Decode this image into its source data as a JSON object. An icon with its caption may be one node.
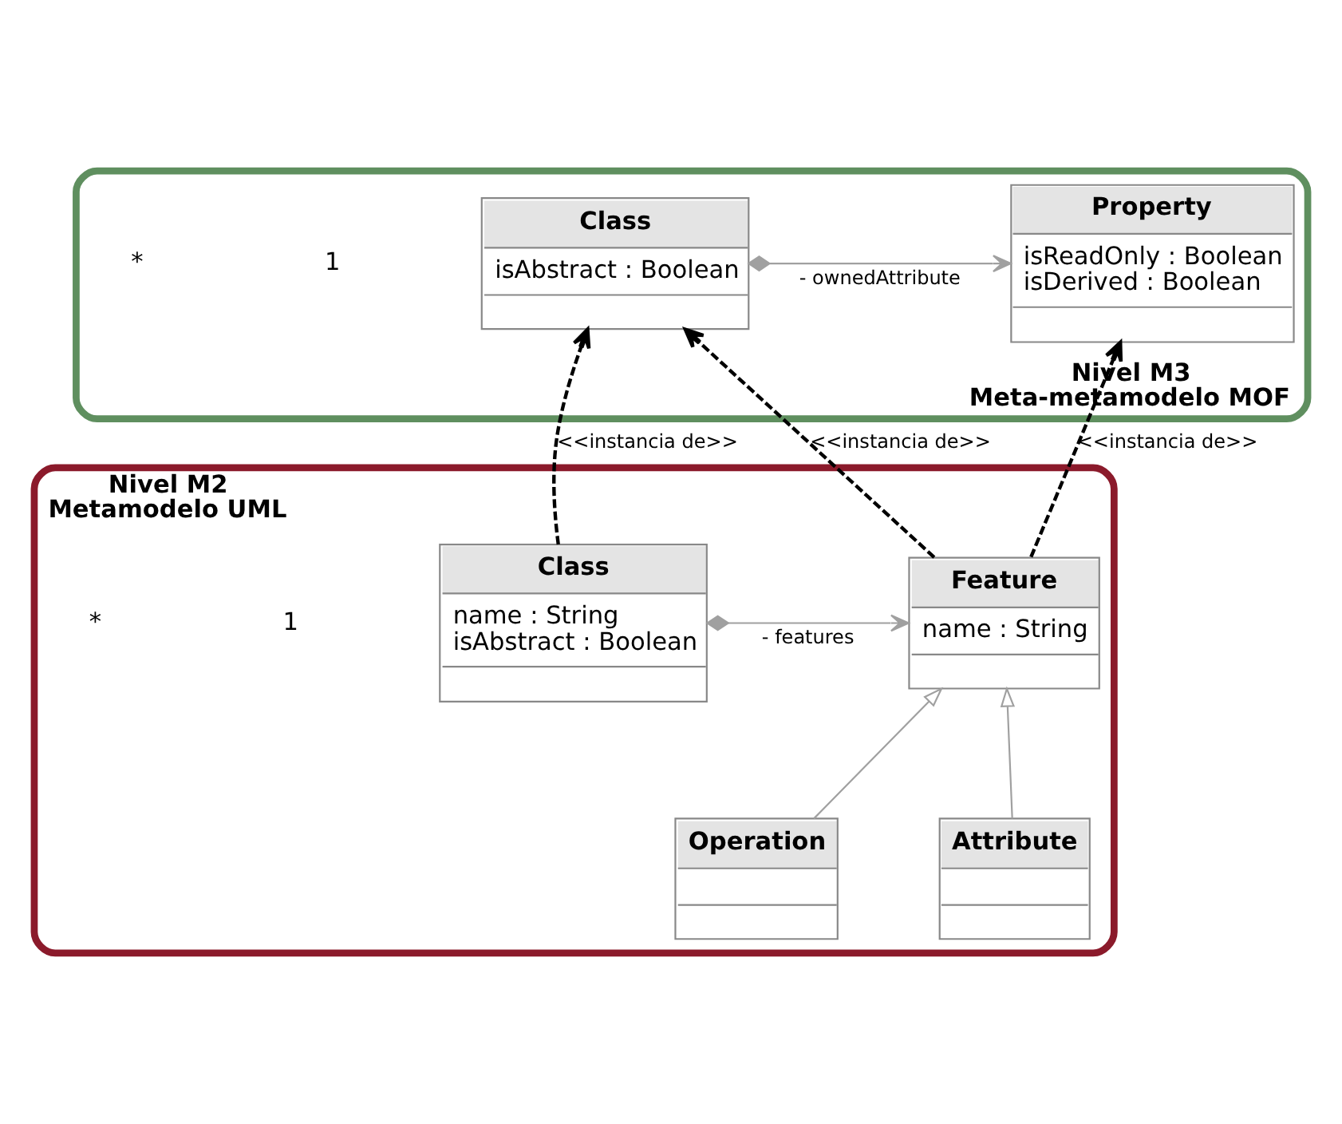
{
  "diagram": {
    "nodes": [
      {
        "text": [
          "Nivel M3",
          "Meta-metamodelo MOF"
        ]
      },
      {
        "text": [
          "Class",
          "isAbstract : Boolean"
        ],
        "in": 0
      },
      {
        "text": [
          "Property",
          "isReadOnly : Boolean",
          "isDerived : Boolean"
        ],
        "in": 0
      },
      {
        "text": [
          "Nivel M2",
          "Metamodelo UML"
        ]
      },
      {
        "text": [
          "Class",
          "name : String",
          "isAbstract : Boolean"
        ],
        "in": 3
      },
      {
        "text": [
          "Feature",
          "name : String"
        ],
        "in": 3
      },
      {
        "text": [
          "Attribute"
        ],
        "in": 3
      },
      {
        "text": [
          "Operation"
        ],
        "in": 3
      }
    ],
    "edges": [
      {
        "from": 1,
        "to": 2,
        "arrow": "to",
        "label": "- ownedAttribute"
      },
      {
        "from": 4,
        "to": 1,
        "arrow": "to",
        "label": "<<instancia de>>",
        "style": "dashed",
        "color": "#000000"
      },
      {
        "from": 5,
        "to": 1,
        "arrow": "to",
        "label": "<<instancia de>>",
        "style": "dashed",
        "color": "#000000"
      },
      {
        "from": 5,
        "to": 2,
        "arrow": "to",
        "label": "<<instancia de>>",
        "style": "dashed",
        "color": "#000000"
      },
      {
        "from": 4,
        "to": 5,
        "arrow": "to",
        "label": "- features"
      },
      {
        "from": 6,
        "to": 5,
        "arrow": "to"
      },
      {
        "from": 7,
        "to": 5,
        "arrow": "to"
      }
    ],
    "labels": [
      "1",
      "*",
      "1",
      "*"
    ]
  }
}
